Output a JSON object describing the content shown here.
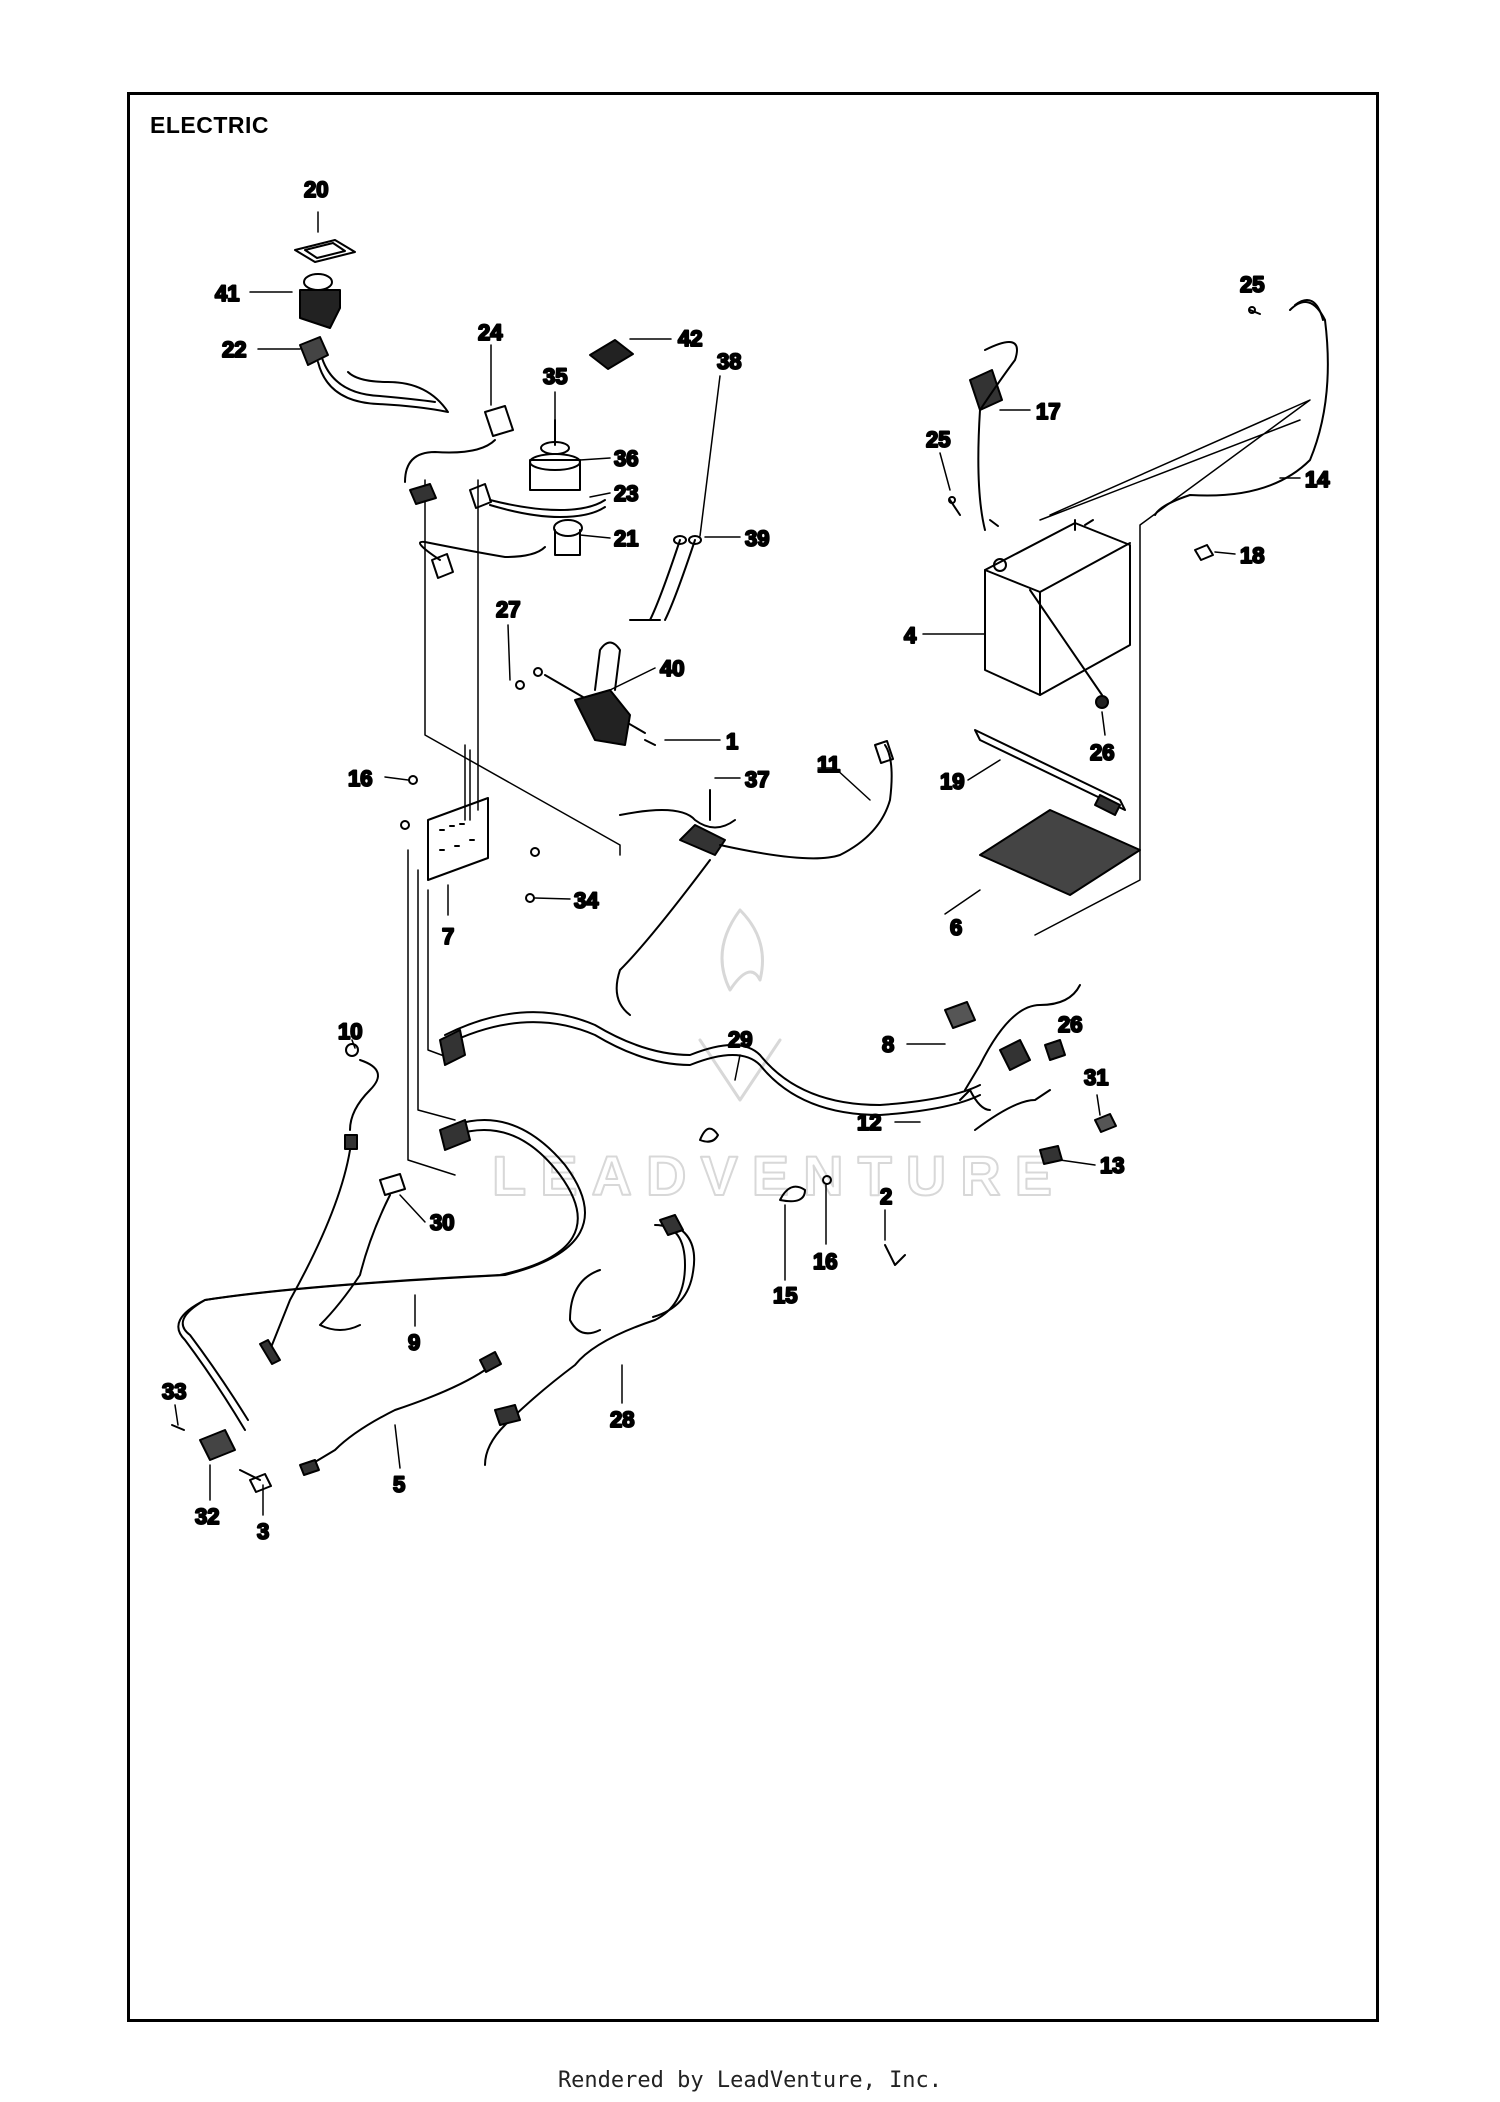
{
  "title": "ELECTRIC",
  "footer": "Rendered by LeadVenture, Inc.",
  "watermark": "LEADVENTURE",
  "colors": {
    "line": "#000000",
    "watermark": "#d8d8d8",
    "frame": "#000000"
  },
  "callouts": [
    "20",
    "41",
    "22",
    "24",
    "42",
    "35",
    "36",
    "23",
    "21",
    "38",
    "39",
    "27",
    "40",
    "1",
    "25",
    "17",
    "25",
    "14",
    "18",
    "4",
    "26",
    "19",
    "16",
    "37",
    "11",
    "34",
    "7",
    "6",
    "8",
    "26",
    "10",
    "29",
    "12",
    "31",
    "13",
    "30",
    "2",
    "16",
    "15",
    "9",
    "28",
    "33",
    "5",
    "32",
    "3"
  ]
}
